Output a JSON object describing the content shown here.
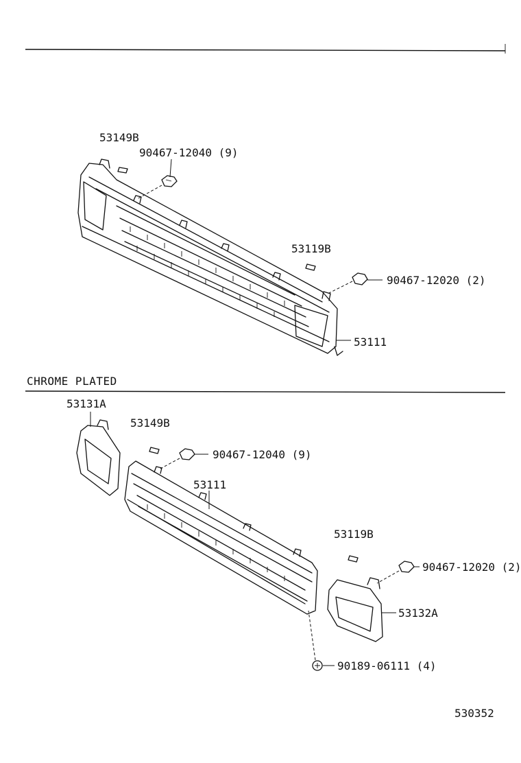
{
  "section_top": {
    "labels": {
      "clip_b": "53149B",
      "clip_screw": "90467-12040 (9)",
      "clip_c": "53119B",
      "clip_screw2": "90467-12020 (2)",
      "grille": "53111"
    }
  },
  "section_bottom": {
    "heading": "CHROME PLATED",
    "labels": {
      "left_piece": "53131A",
      "clip_b": "53149B",
      "clip_screw": "90467-12040 (9)",
      "grille": "53111",
      "clip_c": "53119B",
      "clip_screw2": "90467-12020 (2)",
      "right_piece": "53132A",
      "screw": "90189-06111 (4)"
    }
  },
  "figure_code": "530352"
}
